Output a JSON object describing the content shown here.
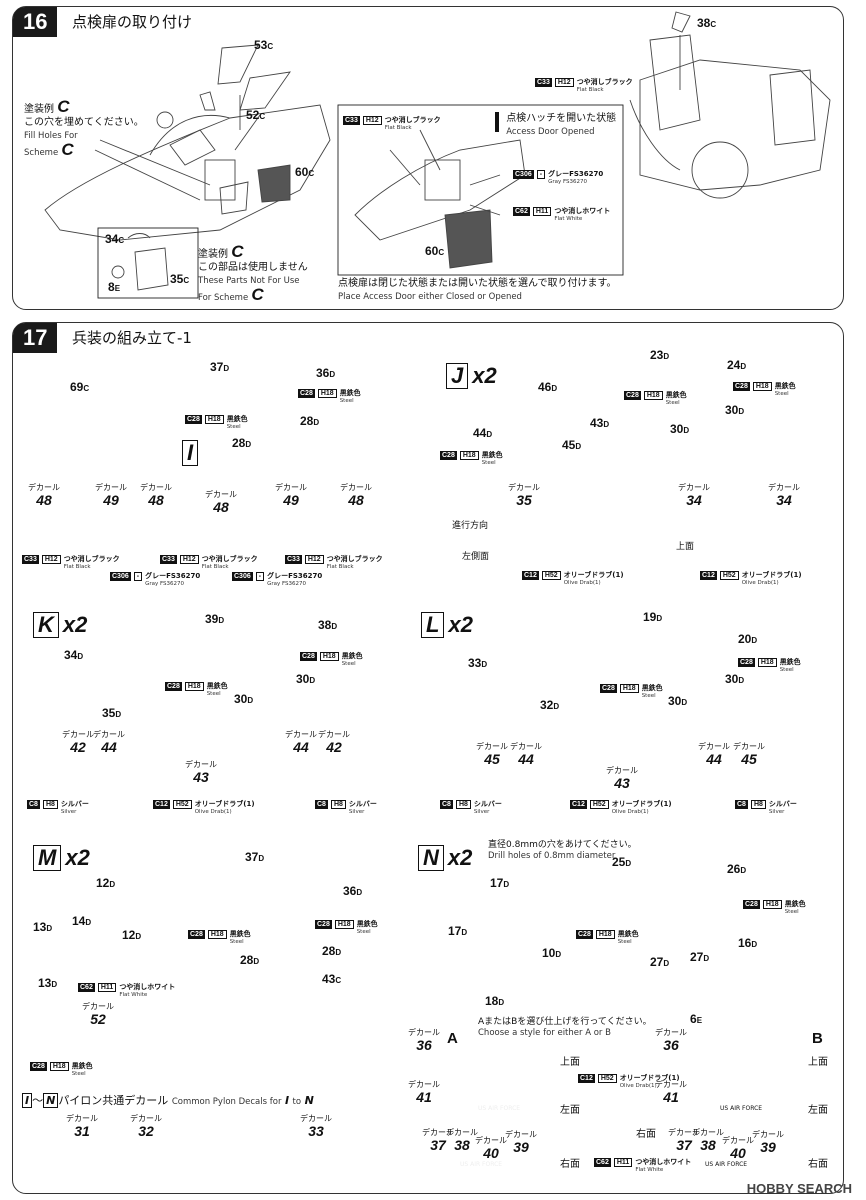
{
  "step16": {
    "number": "16",
    "title": "点検扉の取り付け",
    "parts": [
      "53c",
      "52c",
      "60c",
      "34c",
      "35c",
      "8e",
      "38c",
      "60c"
    ],
    "scheme_note": {
      "jp": "塗装例",
      "letter": "C",
      "jp2": "この穴を埋めてください。",
      "en1": "Fill Holes For",
      "en2": "Scheme"
    },
    "scheme_note2": {
      "jp": "塗装例",
      "letter": "C",
      "jp2": "この部品は使用しません",
      "en1": "These Parts Not For Use",
      "en2": "For Scheme"
    },
    "paint_flat_black": {
      "code": "C33",
      "code2": "H12",
      "jp": "つや消しブラック",
      "en": "Flat Black"
    },
    "paint_gray": {
      "code": "C306",
      "code2": "-",
      "jp": "グレーFS36270",
      "en": "Gray FS36270"
    },
    "paint_white": {
      "code": "C62",
      "code2": "H11",
      "jp": "つや消しホワイト",
      "en": "Flat White"
    },
    "hatch_open": {
      "jp": "点検ハッチを開いた状態",
      "en": "Access Door Opened"
    },
    "footnote": {
      "jp": "点検扉は閉じた状態または開いた状態を選んで取り付けます。",
      "en": "Place Access Door either Closed or Opened"
    }
  },
  "step17": {
    "number": "17",
    "title": "兵装の組み立て-1",
    "decal_label": "デカール",
    "I": {
      "letter": "I",
      "parts": [
        "69c",
        "37d",
        "36d",
        "28d",
        "28d"
      ],
      "decals": [
        "48",
        "49",
        "48",
        "48",
        "49",
        "48"
      ],
      "paints": [
        {
          "code": "C28",
          "code2": "H18",
          "jp": "黒鉄色",
          "en": "Steel"
        },
        {
          "code": "C33",
          "code2": "H12",
          "jp": "つや消しブラック",
          "en": "Flat Black"
        },
        {
          "code": "C306",
          "code2": "-",
          "jp": "グレーFS36270",
          "en": "Gray FS36270"
        }
      ]
    },
    "J": {
      "letter": "J",
      "count": "x2",
      "parts": [
        "46d",
        "44d",
        "43d",
        "45d",
        "23d",
        "24d",
        "30d",
        "30d"
      ],
      "decals": [
        "35",
        "34",
        "34"
      ],
      "direction": "進行方向",
      "left_side": "左側面",
      "top_side": "上面",
      "paint_olive": {
        "code": "C12",
        "code2": "H52",
        "jp": "オリーブドラブ(1)",
        "en": "Olive Drab(1)"
      }
    },
    "K": {
      "letter": "K",
      "count": "x2",
      "parts": [
        "34d",
        "35d",
        "39d",
        "38d",
        "30d",
        "30d"
      ],
      "decals": [
        "42",
        "44",
        "43",
        "44",
        "42"
      ],
      "paint_silver": {
        "code": "C8",
        "code2": "H8",
        "jp": "シルバー",
        "en": "Silver"
      }
    },
    "L": {
      "letter": "L",
      "count": "x2",
      "parts": [
        "33d",
        "32d",
        "19d",
        "20d",
        "30d",
        "30d"
      ],
      "decals": [
        "45",
        "44",
        "43",
        "44",
        "45"
      ]
    },
    "M": {
      "letter": "M",
      "count": "x2",
      "parts": [
        "12d",
        "14d",
        "13d",
        "12d",
        "13d",
        "37d",
        "36d",
        "28d",
        "28d",
        "43c"
      ],
      "decals": [
        "52"
      ]
    },
    "N": {
      "letter": "N",
      "count": "x2",
      "drill": {
        "jp": "直径0.8mmの穴をあけてください。",
        "en": "Drill holes of 0.8mm diameter"
      },
      "parts": [
        "17d",
        "17d",
        "10d",
        "18d",
        "25d",
        "26d",
        "27d",
        "27d",
        "16d",
        "6e"
      ],
      "choose": {
        "jp": "AまたはBを選び仕上げを行ってください。",
        "en": "Choose a style for either A or B"
      },
      "style_a": "A",
      "style_b": "B",
      "decals_a": [
        "36",
        "41",
        "37",
        "38",
        "40",
        "39"
      ],
      "decals_b": [
        "36",
        "41",
        "37",
        "38",
        "40",
        "39"
      ],
      "top": "上面",
      "left": "左面",
      "right": "右面",
      "us_air_force": "US AIR FORCE"
    },
    "pylon": {
      "jp": "パイロン共通デカール",
      "en": "Common Pylon Decals for",
      "from": "I",
      "to": "N",
      "tilde": "～",
      "en_to": "to",
      "decals": [
        "31",
        "32",
        "33"
      ]
    }
  },
  "watermark": "HOBBY SEARCH"
}
